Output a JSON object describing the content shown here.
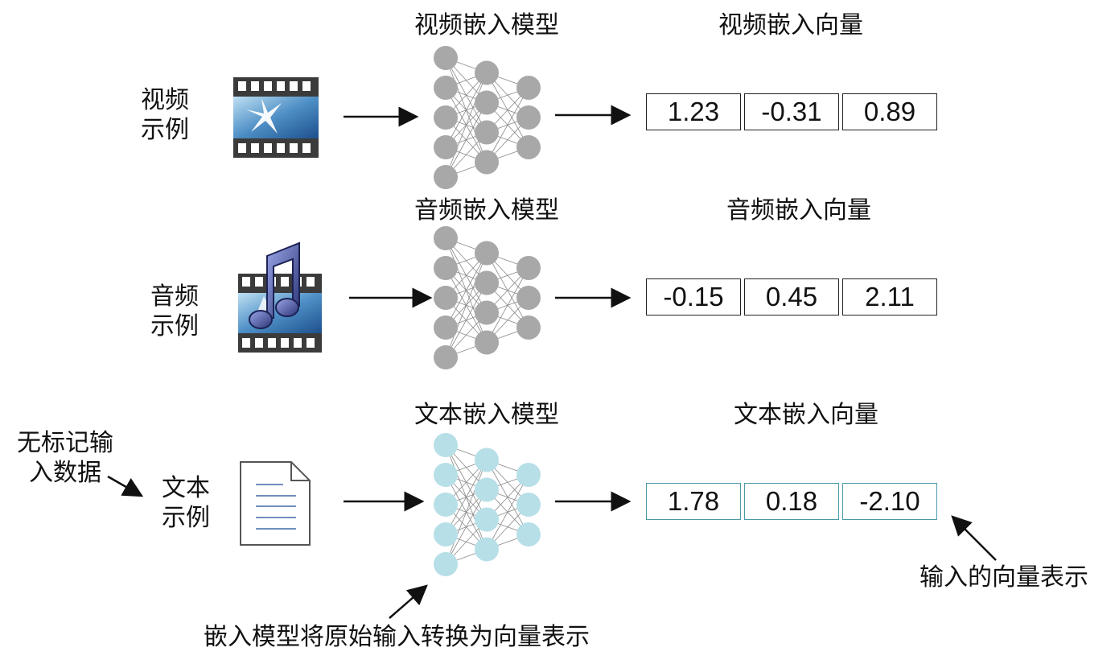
{
  "rows": [
    {
      "input_label": [
        "视频",
        "示例"
      ],
      "model_title": "视频嵌入模型",
      "vector_title": "视频嵌入向量",
      "vector": [
        "1.23",
        "-0.31",
        "0.89"
      ],
      "icon": "film-strip-icon",
      "node_color": "#a8a8a8"
    },
    {
      "input_label": [
        "音频",
        "示例"
      ],
      "model_title": "音频嵌入模型",
      "vector_title": "音频嵌入向量",
      "vector": [
        "-0.15",
        "0.45",
        "2.11"
      ],
      "icon": "music-note-icon",
      "node_color": "#a8a8a8"
    },
    {
      "input_label": [
        "文本",
        "示例"
      ],
      "model_title": "文本嵌入模型",
      "vector_title": "文本嵌入向量",
      "vector": [
        "1.78",
        "0.18",
        "-2.10"
      ],
      "icon": "document-icon",
      "node_color": "#b7dfe8"
    }
  ],
  "annotations": {
    "unlabeled_input": [
      "无标记输",
      "入数据"
    ],
    "model_note": "嵌入模型将原始输入转换为向量表示",
    "vector_note": "输入的向量表示"
  }
}
